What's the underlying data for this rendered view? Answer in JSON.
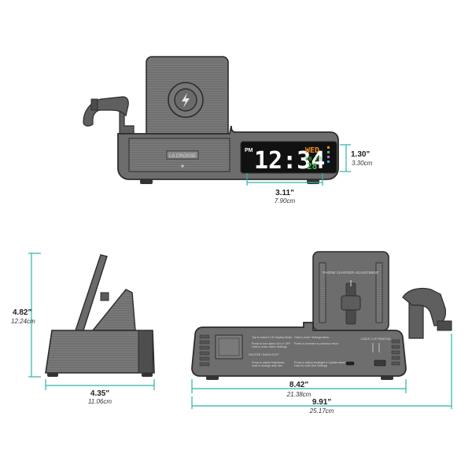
{
  "colors": {
    "body": "#6b6b6b",
    "body_dark": "#4a4a4a",
    "outline": "#2c2c2c",
    "dimension": "#2bb3a8",
    "display_bg": "#111111",
    "display_digits": "#ffffff",
    "weekday": "#f08a24",
    "date_green": "#48c35a",
    "temp_purple": "#c073e0"
  },
  "front_view": {
    "logo": "LA CROSSE",
    "charger_icon": "lightning-bolt-icon",
    "display": {
      "pm": "PM",
      "time": "12:34",
      "weekday": "WED",
      "date": "08-23",
      "temperature": "28"
    },
    "height": {
      "in": "1.30\"",
      "cm": "3.30cm"
    },
    "width": {
      "in": "3.11\"",
      "cm": "7.90cm"
    }
  },
  "side_view": {
    "height": {
      "in": "4.82\"",
      "cm": "12.24cm"
    },
    "depth": {
      "in": "4.35\"",
      "cm": "11.06cm"
    }
  },
  "back_view": {
    "phone_charger_label": "PHONE CHARGER ADJUSTMENT",
    "cable_clip_label": "CABLE CLIP REMOVAL",
    "instructions": [
      "Tap to select LCD Display Mode",
      "Hold to enter Settings Menu",
      "Press to turn alarm ON or OFF",
      "Hold to enter Alarm Settings",
      "Press to increase in previous return",
      "Press to adjust brightness",
      "Hold to change auto dim",
      "Press to adjust backlight & Update alarm",
      "Hold for Auto Dim Settings"
    ],
    "snooze_label": "SNOOZE / BACKLIGHT",
    "base_width": {
      "in": "8.42\"",
      "cm": "21.38cm"
    },
    "total_width": {
      "in": "9.91\"",
      "cm": "25.17cm"
    }
  }
}
